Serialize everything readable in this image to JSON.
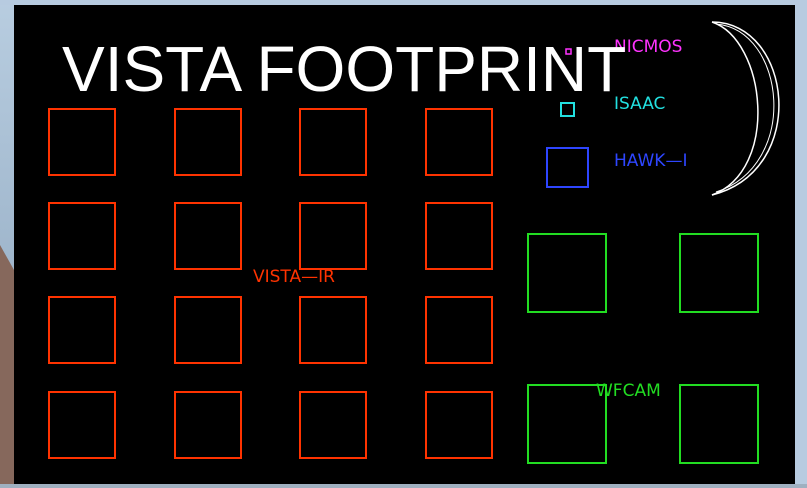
{
  "title": "VISTA FOOTPRINT",
  "colors": {
    "background": "#000000",
    "title": "#ffffff",
    "vista_ir": "#ff3300",
    "nicmos": "#ff33ff",
    "isaac": "#22e0e0",
    "hawk_i": "#2e46ff",
    "wfcam": "#22dd22",
    "moon": "#ffffff",
    "sky_left": "#a8bfd6",
    "hill_left": "#8a6a5e"
  },
  "labels": {
    "vista_ir": "VISTA—IR",
    "nicmos": "NICMOS",
    "isaac": "ISAAC",
    "hawk_i": "HAWK—I",
    "wfcam": "WFCAM"
  },
  "icons": {
    "moon": "crescent-moon-icon"
  },
  "groups": {
    "vista_ir_rows": 4,
    "vista_ir_cols": 4,
    "wfcam_rows": 2,
    "wfcam_cols": 2
  }
}
